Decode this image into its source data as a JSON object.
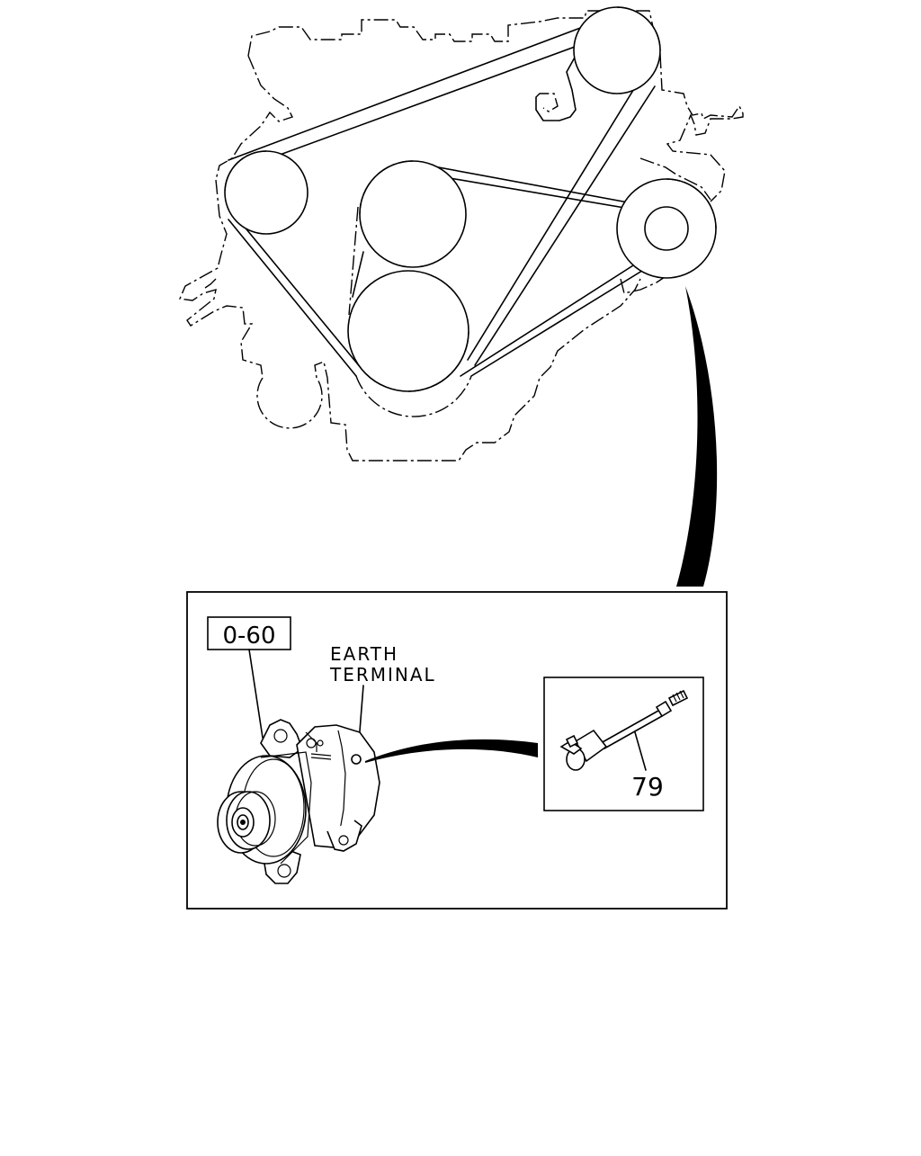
{
  "labels": {
    "ref_box": "0-60",
    "earth_line1": "EARTH",
    "earth_line2": "TERMINAL",
    "part_number": "79"
  },
  "colors": {
    "ink": "#000000",
    "paper": "#ffffff"
  }
}
